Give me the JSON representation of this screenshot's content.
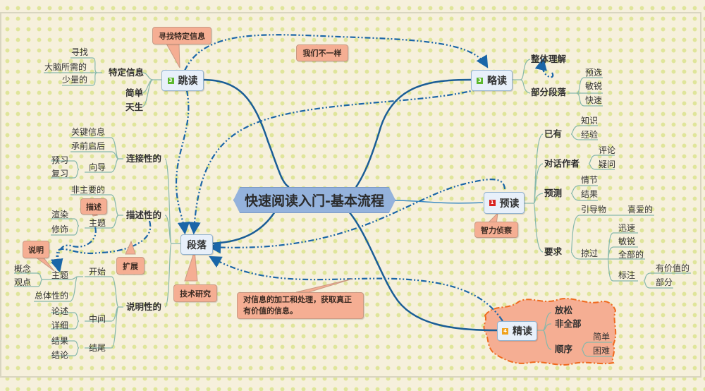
{
  "central_topic": "快速阅读入门-基本流程",
  "branches": {
    "tiaodu": {
      "label": "跳读",
      "marker": "3",
      "marker_color": "#5cb82e",
      "children": [
        "特定信息",
        "简单",
        "天生"
      ],
      "teding_children": [
        "寻找",
        "大脑所需的",
        "少量的"
      ],
      "callout": "寻找特定信息"
    },
    "luedu": {
      "label": "略读",
      "marker": "3",
      "marker_color": "#5cb82e",
      "children": [
        "整体理解",
        "部分段落"
      ],
      "bufen_children": [
        "预选",
        "敏锐",
        "快速"
      ]
    },
    "yudu": {
      "label": "预读",
      "marker": "1",
      "marker_color": "#d9231f",
      "callout": "智力侦察",
      "children": [
        "已有",
        "对话作者",
        "预测",
        "要求"
      ],
      "yiyou_children": [
        "知识",
        "经验"
      ],
      "duihua_children": [
        "评论",
        "疑问"
      ],
      "yuce_children": [
        "情节",
        "结果"
      ],
      "yaoqiu_children": [
        "引导物",
        "掠过"
      ],
      "yindaowu_children": [
        "喜爱的"
      ],
      "lueguo_children": [
        "迅速",
        "敏锐",
        "全部的",
        "标注"
      ],
      "biaozhu_children": [
        "有价值的",
        "部分"
      ]
    },
    "jingdu": {
      "label": "精读",
      "marker": "4",
      "marker_color": "#f0a21c",
      "children": [
        "放松",
        "非全部",
        "顺序"
      ],
      "shunxu_children": [
        "简单",
        "困难"
      ],
      "boundary_color": "#f5ae93"
    },
    "duanluo": {
      "label": "段落",
      "callout": "技术研究",
      "children": [
        "连接性的",
        "描述性的",
        "说明性的"
      ],
      "lianjie_children": [
        "关键信息",
        "承前启后",
        "向导"
      ],
      "xiangdao_children": [
        "预习",
        "复习"
      ],
      "miaoshu_children": [
        "非主要的",
        "主题"
      ],
      "miaoshu_zhuti_children": [
        "渲染",
        "修饰"
      ],
      "miaoshu_callout": "描述",
      "shuoming_children": [
        "开始",
        "中间",
        "结尾"
      ],
      "kaishi_children": [
        "主题",
        "总体性的"
      ],
      "kaishi_zhuti_children": [
        "概念",
        "观点"
      ],
      "shuoming_callout": "说明",
      "zhongjian_children": [
        "论述",
        "详细"
      ],
      "jiewei_children": [
        "结果",
        "结论"
      ]
    }
  },
  "relationship_callouts": {
    "different": "我们不一样",
    "expand": "扩展",
    "processing": "对信息的加工和处理，获取真正有价值的信息。"
  },
  "colors": {
    "main_branch": "#1a5e96",
    "relationship": "#1a66a8",
    "sub_branch": "#86b8ab",
    "central_fill": "#94b2dc",
    "callout_fill": "#f5ae93",
    "boundary_stroke": "#f06a1e"
  }
}
